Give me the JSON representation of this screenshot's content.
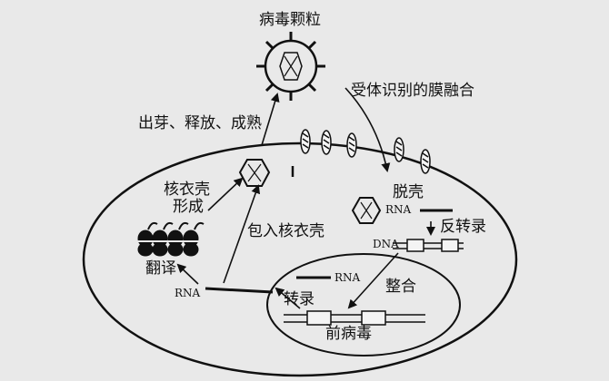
{
  "labels": {
    "virus_particle": "病毒颗粒",
    "receptor_fusion": "受体识别的膜融合",
    "budding": "出芽、释放、成熟",
    "uncoating": "脱壳",
    "capsid_formation_1": "核衣壳",
    "capsid_formation_2": "形成",
    "packaging": "包入核衣壳",
    "translation": "翻译",
    "reverse_transcription": "反转录",
    "integration": "整合",
    "transcription": "转录",
    "provirus": "前病毒",
    "rna_uncoated": "RNA",
    "rna_cytoplasm": "RNA",
    "rna_nucleus": "RNA",
    "dna": "DNA"
  },
  "colors": {
    "background": "#e9e9e9",
    "ink": "#111111"
  }
}
